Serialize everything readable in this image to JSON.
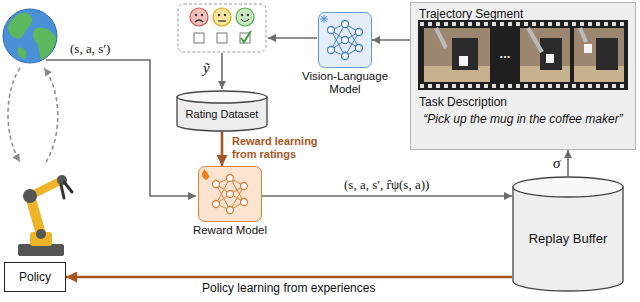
{
  "diagram": {
    "nodes": [
      {
        "text": [
          "Vision-Language Model"
        ]
      },
      {
        "text": [
          "Trajectory Segment",
          "Task Description",
          "“Pick up the mug in the coffee maker”"
        ]
      },
      {
        "text": [
          "Rating Dataset"
        ]
      },
      {
        "text": [
          "Reward Model"
        ]
      },
      {
        "text": [
          "Replay Buffer"
        ]
      },
      {
        "text": [
          "Policy"
        ]
      }
    ],
    "edges": [
      {
        "from": 1,
        "to": 0,
        "arrow": "to"
      },
      {
        "from": 2,
        "to": 3,
        "label": "Reward learning from ratings",
        "arrow": "to"
      },
      {
        "from": 3,
        "to": 4,
        "label": "(s, a, s′, r̂ψ(s, a))",
        "arrow": "to"
      },
      {
        "from": 4,
        "to": 1,
        "label": "σ",
        "arrow": "to"
      },
      {
        "from": 4,
        "to": 5,
        "label": "Policy learning from experiences",
        "arrow": "to"
      }
    ],
    "labels": [
      "(s, a, s′)",
      "ỹ",
      "..."
    ]
  }
}
